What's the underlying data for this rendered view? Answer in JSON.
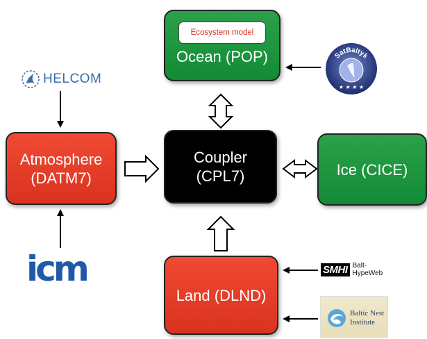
{
  "nodes": {
    "ocean": {
      "label": "Ocean (POP)",
      "inner_label": "Ecosystem model"
    },
    "coupler": {
      "line1": "Coupler",
      "line2": "(CPL7)"
    },
    "atmosphere": {
      "line1": "Atmosphere",
      "line2": "(DATM7)"
    },
    "ice": {
      "label": "Ice (CICE)"
    },
    "land": {
      "label": "Land (DLND)"
    }
  },
  "logos": {
    "helcom": {
      "text": "HELCOM"
    },
    "icm": {
      "text": "icm"
    },
    "satbaltyk": {
      "text": "SatBaltyk"
    },
    "smhi": {
      "text": "SMHI",
      "subtext": "Balt-HypeWeb"
    },
    "baltic_nest": {
      "line1": "Baltic Nest",
      "line2": "Institute"
    }
  },
  "colors": {
    "model_green": "#1f9a42",
    "data_red": "#e63e28",
    "coupler_black": "#000000"
  }
}
